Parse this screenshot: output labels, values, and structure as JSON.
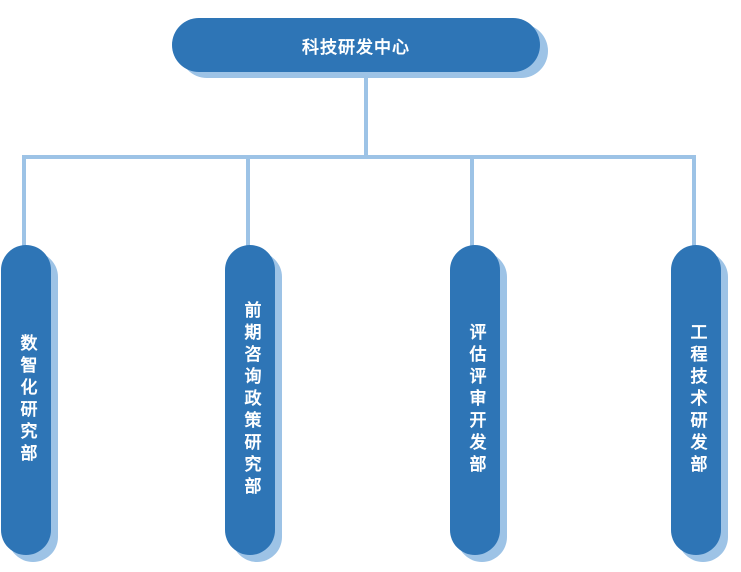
{
  "colors": {
    "node_fill": "#2E75B6",
    "node_shadow": "#9DC3E6",
    "connector": "#9DC3E6",
    "text": "#FFFFFF",
    "background": "#FFFFFF"
  },
  "org": {
    "root": {
      "label": "科技研发中心"
    },
    "departments": [
      {
        "label": "数智化研究部"
      },
      {
        "label": "前期咨询政策研究部"
      },
      {
        "label": "评估评审开发部"
      },
      {
        "label": "工程技术研发部"
      }
    ]
  }
}
